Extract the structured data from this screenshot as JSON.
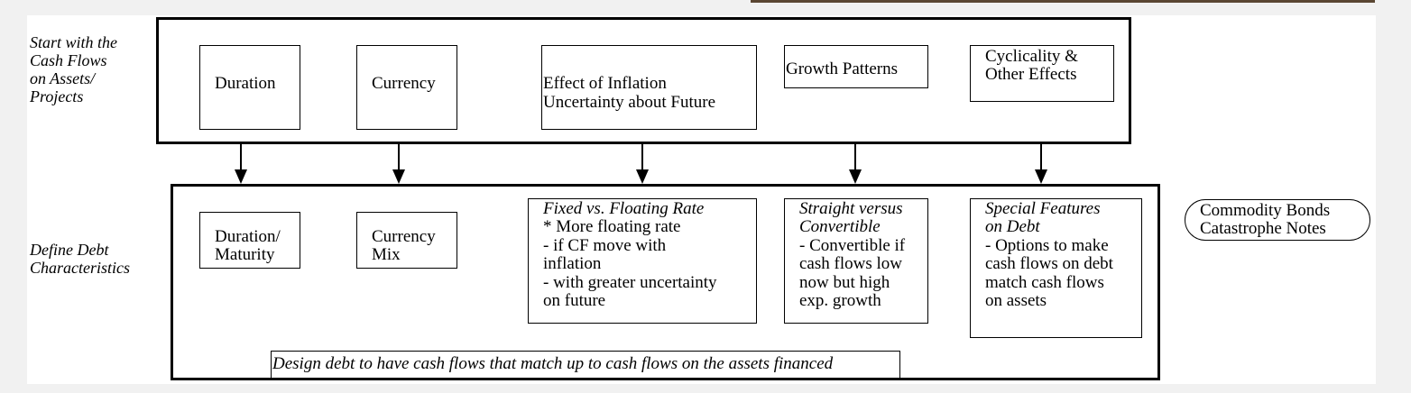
{
  "top_label": [
    "Start with the",
    "Cash Flows",
    "on Assets/",
    "Projects"
  ],
  "bottom_label": [
    "Define Debt",
    "Characteristics"
  ],
  "top_boxes": {
    "duration": [
      "Duration"
    ],
    "currency": [
      "Currency"
    ],
    "inflation": [
      "Effect of Inflation",
      "Uncertainty about Future"
    ],
    "growth": [
      "Growth Patterns"
    ],
    "cyclicality": [
      "Cyclicality &",
      "Other Effects"
    ]
  },
  "bottom_boxes": {
    "maturity": [
      "Duration/",
      "Maturity"
    ],
    "currency_mix": [
      "Currency",
      "Mix"
    ],
    "fixed_floating": {
      "title": "Fixed vs. Floating Rate",
      "lines": [
        "* More floating rate",
        "- if CF move with",
        "inflation",
        "- with greater uncertainty",
        "on future"
      ]
    },
    "straight_convertible": {
      "title": [
        "Straight versus",
        "Convertible"
      ],
      "lines": [
        "- Convertible if",
        "cash flows low",
        "now but high",
        "exp. growth"
      ]
    },
    "special_features": {
      "title": [
        "Special Features",
        "on Debt"
      ],
      "lines": [
        "- Options to make",
        "cash flows on debt",
        "match cash flows",
        "on assets"
      ]
    }
  },
  "side_note": [
    "Commodity Bonds",
    "Catastrophe Notes"
  ],
  "footer_text": "Design debt to have cash flows that match up to cash flows on the assets financed"
}
